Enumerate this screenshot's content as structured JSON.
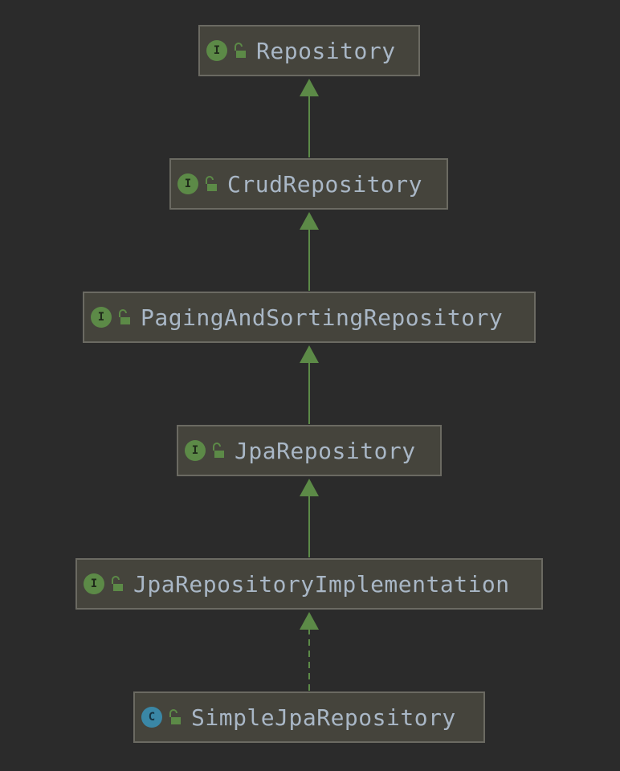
{
  "nodes": [
    {
      "id": "repository",
      "kind": "I",
      "name": "Repository"
    },
    {
      "id": "crud",
      "kind": "I",
      "name": "CrudRepository"
    },
    {
      "id": "paging",
      "kind": "I",
      "name": "PagingAndSortingRepository"
    },
    {
      "id": "jpa",
      "kind": "I",
      "name": "JpaRepository"
    },
    {
      "id": "jpaimpl",
      "kind": "I",
      "name": "JpaRepositoryImplementation"
    },
    {
      "id": "simple",
      "kind": "C",
      "name": "SimpleJpaRepository"
    }
  ],
  "edges": [
    {
      "from": "crud",
      "to": "repository",
      "type": "extends"
    },
    {
      "from": "paging",
      "to": "crud",
      "type": "extends"
    },
    {
      "from": "jpa",
      "to": "paging",
      "type": "extends"
    },
    {
      "from": "jpaimpl",
      "to": "jpa",
      "type": "extends"
    },
    {
      "from": "simple",
      "to": "jpaimpl",
      "type": "implements"
    }
  ],
  "colors": {
    "background": "#2b2b2b",
    "node_fill": "#45443c",
    "node_border": "#6b6a62",
    "text": "#a9b7c6",
    "interface_badge": "#5c8a47",
    "class_badge": "#3a87a6",
    "arrow": "#5c8a47"
  },
  "icons": {
    "interface": "interface-badge-icon",
    "class": "class-badge-icon",
    "visibility": "open-lock-icon"
  }
}
